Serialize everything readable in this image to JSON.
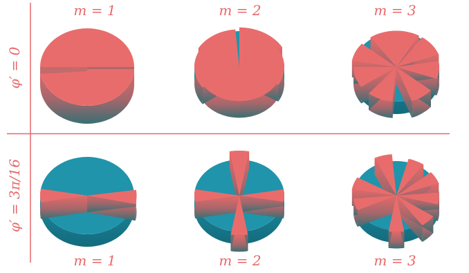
{
  "colors": {
    "salmon_top": "#e96c6c",
    "salmon_side_top": "#e46868",
    "salmon_side_mid": "#a8676b",
    "salmon_side_bottom": "#3a6f73",
    "teal": "#2094ab",
    "teal_dark": "#157386",
    "axis_line": "#e8676a",
    "label": "#e8676a"
  },
  "labels": {
    "top_m1": "m = 1",
    "top_m2": "m = 2",
    "top_m3": "m = 3",
    "bottom_m1": "m = 1",
    "bottom_m2": "m = 2",
    "bottom_m3": "m = 3",
    "row1": "φ′ = 0",
    "row2": "φ′ = 3π/16"
  },
  "panels": [
    {
      "row": 0,
      "m": 1,
      "phi_prime": "0"
    },
    {
      "row": 0,
      "m": 2,
      "phi_prime": "0"
    },
    {
      "row": 0,
      "m": 3,
      "phi_prime": "0"
    },
    {
      "row": 1,
      "m": 1,
      "phi_prime": "3π/16"
    },
    {
      "row": 1,
      "m": 2,
      "phi_prime": "3π/16"
    },
    {
      "row": 1,
      "m": 3,
      "phi_prime": "3π/16"
    }
  ]
}
